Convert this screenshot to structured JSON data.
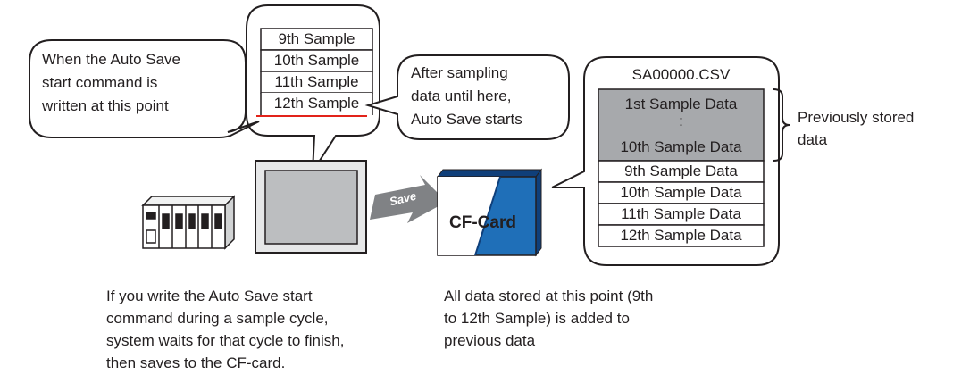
{
  "diagram": {
    "samples": [
      "9th Sample",
      "10th Sample",
      "11th Sample",
      "12th Sample"
    ],
    "callout_left": [
      "When the Auto Save",
      "start command is",
      "written at this point"
    ],
    "callout_right": [
      "After sampling",
      "data until here,",
      "Auto Save starts"
    ],
    "file": {
      "name": "SA00000.CSV",
      "previous_rows": [
        "1st Sample Data",
        ":",
        "10th Sample Data"
      ],
      "new_rows": [
        "9th Sample Data",
        "10th Sample Data",
        "11th Sample Data",
        "12th Sample Data"
      ]
    },
    "brace_label": [
      "Previously stored",
      "data"
    ],
    "save_arrow_label": "Save",
    "cf_card_label": "CF-Card",
    "note_left": [
      "If you write the Auto Save start",
      "command during a sample cycle,",
      "system waits for that cycle to finish,",
      "then saves to the CF-card."
    ],
    "note_right": [
      "All data stored at this point (9th",
      "to 12th Sample) is added to",
      "previous data"
    ],
    "colors": {
      "highlight_row": "#a7a9ac",
      "card_blue": "#1f6fb8",
      "card_dark": "#0f3f7a",
      "marker_line": "#e2231a",
      "arrow_gray": "#808285",
      "screen_gray": "#bcbec0"
    }
  }
}
